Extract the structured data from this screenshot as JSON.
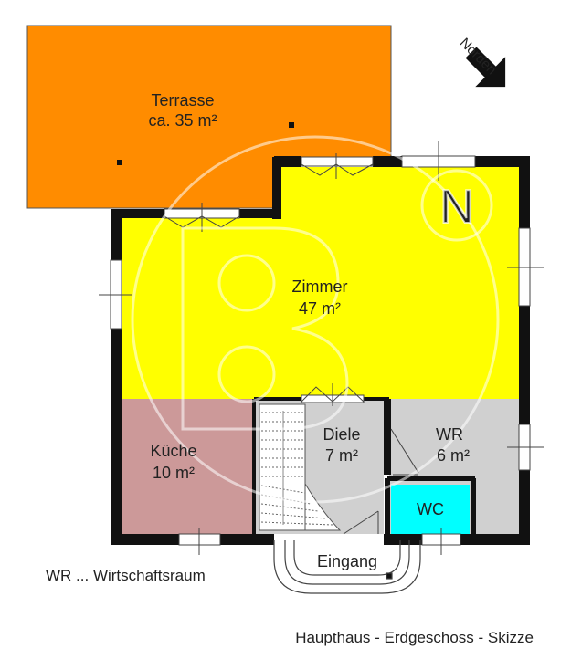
{
  "title": "Haupthaus - Erdgeschoss - Skizze",
  "legend": "WR ... Wirtschaftsraum",
  "compass_label": "Norden",
  "watermark_letter": "N",
  "rooms": {
    "terrasse": {
      "name": "Terrasse",
      "area": "ca. 35 m²",
      "color": "#ff8c00"
    },
    "zimmer": {
      "name": "Zimmer",
      "area": "47 m²",
      "color": "#ffff00"
    },
    "kueche": {
      "name": "Küche",
      "area": "10 m²",
      "color": "#cc9999"
    },
    "diele": {
      "name": "Diele",
      "area": "7 m²",
      "color": "#d0d0d0"
    },
    "wr": {
      "name": "WR",
      "area": "6 m²",
      "color": "#d0d0d0"
    },
    "wc": {
      "name": "WC",
      "area": "",
      "color": "#00ffff"
    },
    "eingang": {
      "name": "Eingang",
      "area": "",
      "color": "#ffffff"
    }
  },
  "colors": {
    "wall": "#111111",
    "stairs": "#ffffff"
  }
}
